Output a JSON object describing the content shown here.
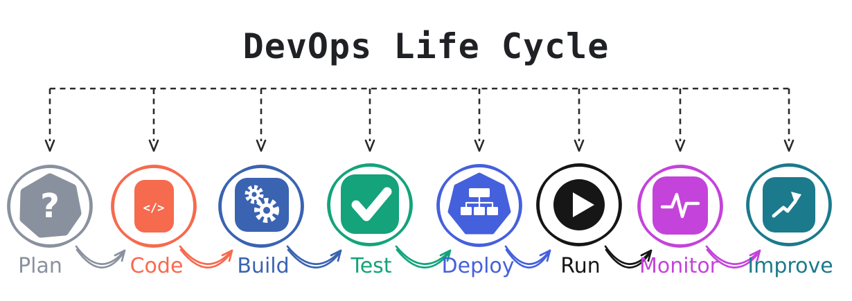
{
  "title": "DevOps Life Cycle",
  "colors": {
    "background": "#ffffff",
    "dashed_line": "#2a2a2a",
    "title_text": "#202124"
  },
  "stages": [
    {
      "label": "Plan",
      "color": "#8A919E",
      "icon": "question-mark-icon",
      "glyph": "?"
    },
    {
      "label": "Code",
      "color": "#F66A4D",
      "icon": "code-tag-icon",
      "glyph": "</>"
    },
    {
      "label": "Build",
      "color": "#3A63B1",
      "icon": "gears-icon"
    },
    {
      "label": "Test",
      "color": "#14A37B",
      "icon": "checkmark-icon"
    },
    {
      "label": "Deploy",
      "color": "#4560DD",
      "icon": "cluster-sitemap-icon"
    },
    {
      "label": "Run",
      "color": "#161616",
      "icon": "play-icon"
    },
    {
      "label": "Monitor",
      "color": "#C443DB",
      "icon": "pulse-icon"
    },
    {
      "label": "Improve",
      "color": "#1B7A8C",
      "icon": "trend-up-icon"
    }
  ]
}
